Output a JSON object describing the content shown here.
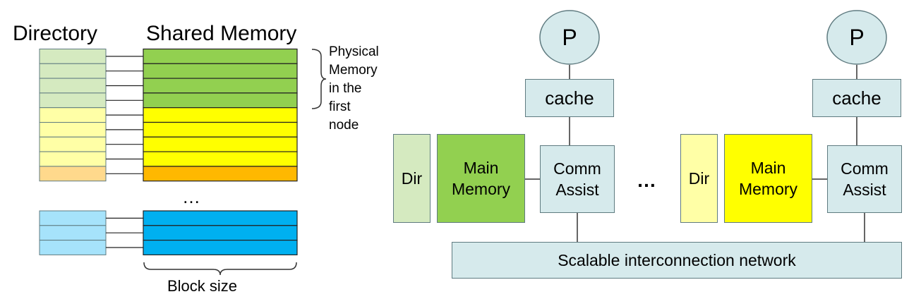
{
  "left": {
    "directory_label": "Directory",
    "shared_memory_label": "Shared Memory",
    "physical_memory_note": [
      "Physical",
      "Memory",
      "in the",
      "first",
      "node"
    ],
    "ellipsis": "…",
    "block_size_label": "Block size"
  },
  "right": {
    "processor_left": "P",
    "processor_right": "P",
    "cache_left": "cache",
    "cache_right": "cache",
    "dir_left": "Dir",
    "dir_right": "Dir",
    "main_memory_left": "Main\nMemory",
    "main_memory_right": "Main\nMemory",
    "comm_assist_left": "Comm\nAssist",
    "comm_assist_right": "Comm\nAssist",
    "ellipsis": "…",
    "network_label": "Scalable interconnection network"
  },
  "colors": {
    "dir_green": "#d5eac0",
    "dir_yellow": "#ffffa6",
    "dir_orange": "#ffd98c",
    "dir_blue": "#a6e3fb",
    "mem_green": "#92d050",
    "mem_yellow": "#ffff00",
    "mem_orange": "#ffb800",
    "mem_blue": "#00b0f0",
    "node_fill": "#d6eaec"
  }
}
